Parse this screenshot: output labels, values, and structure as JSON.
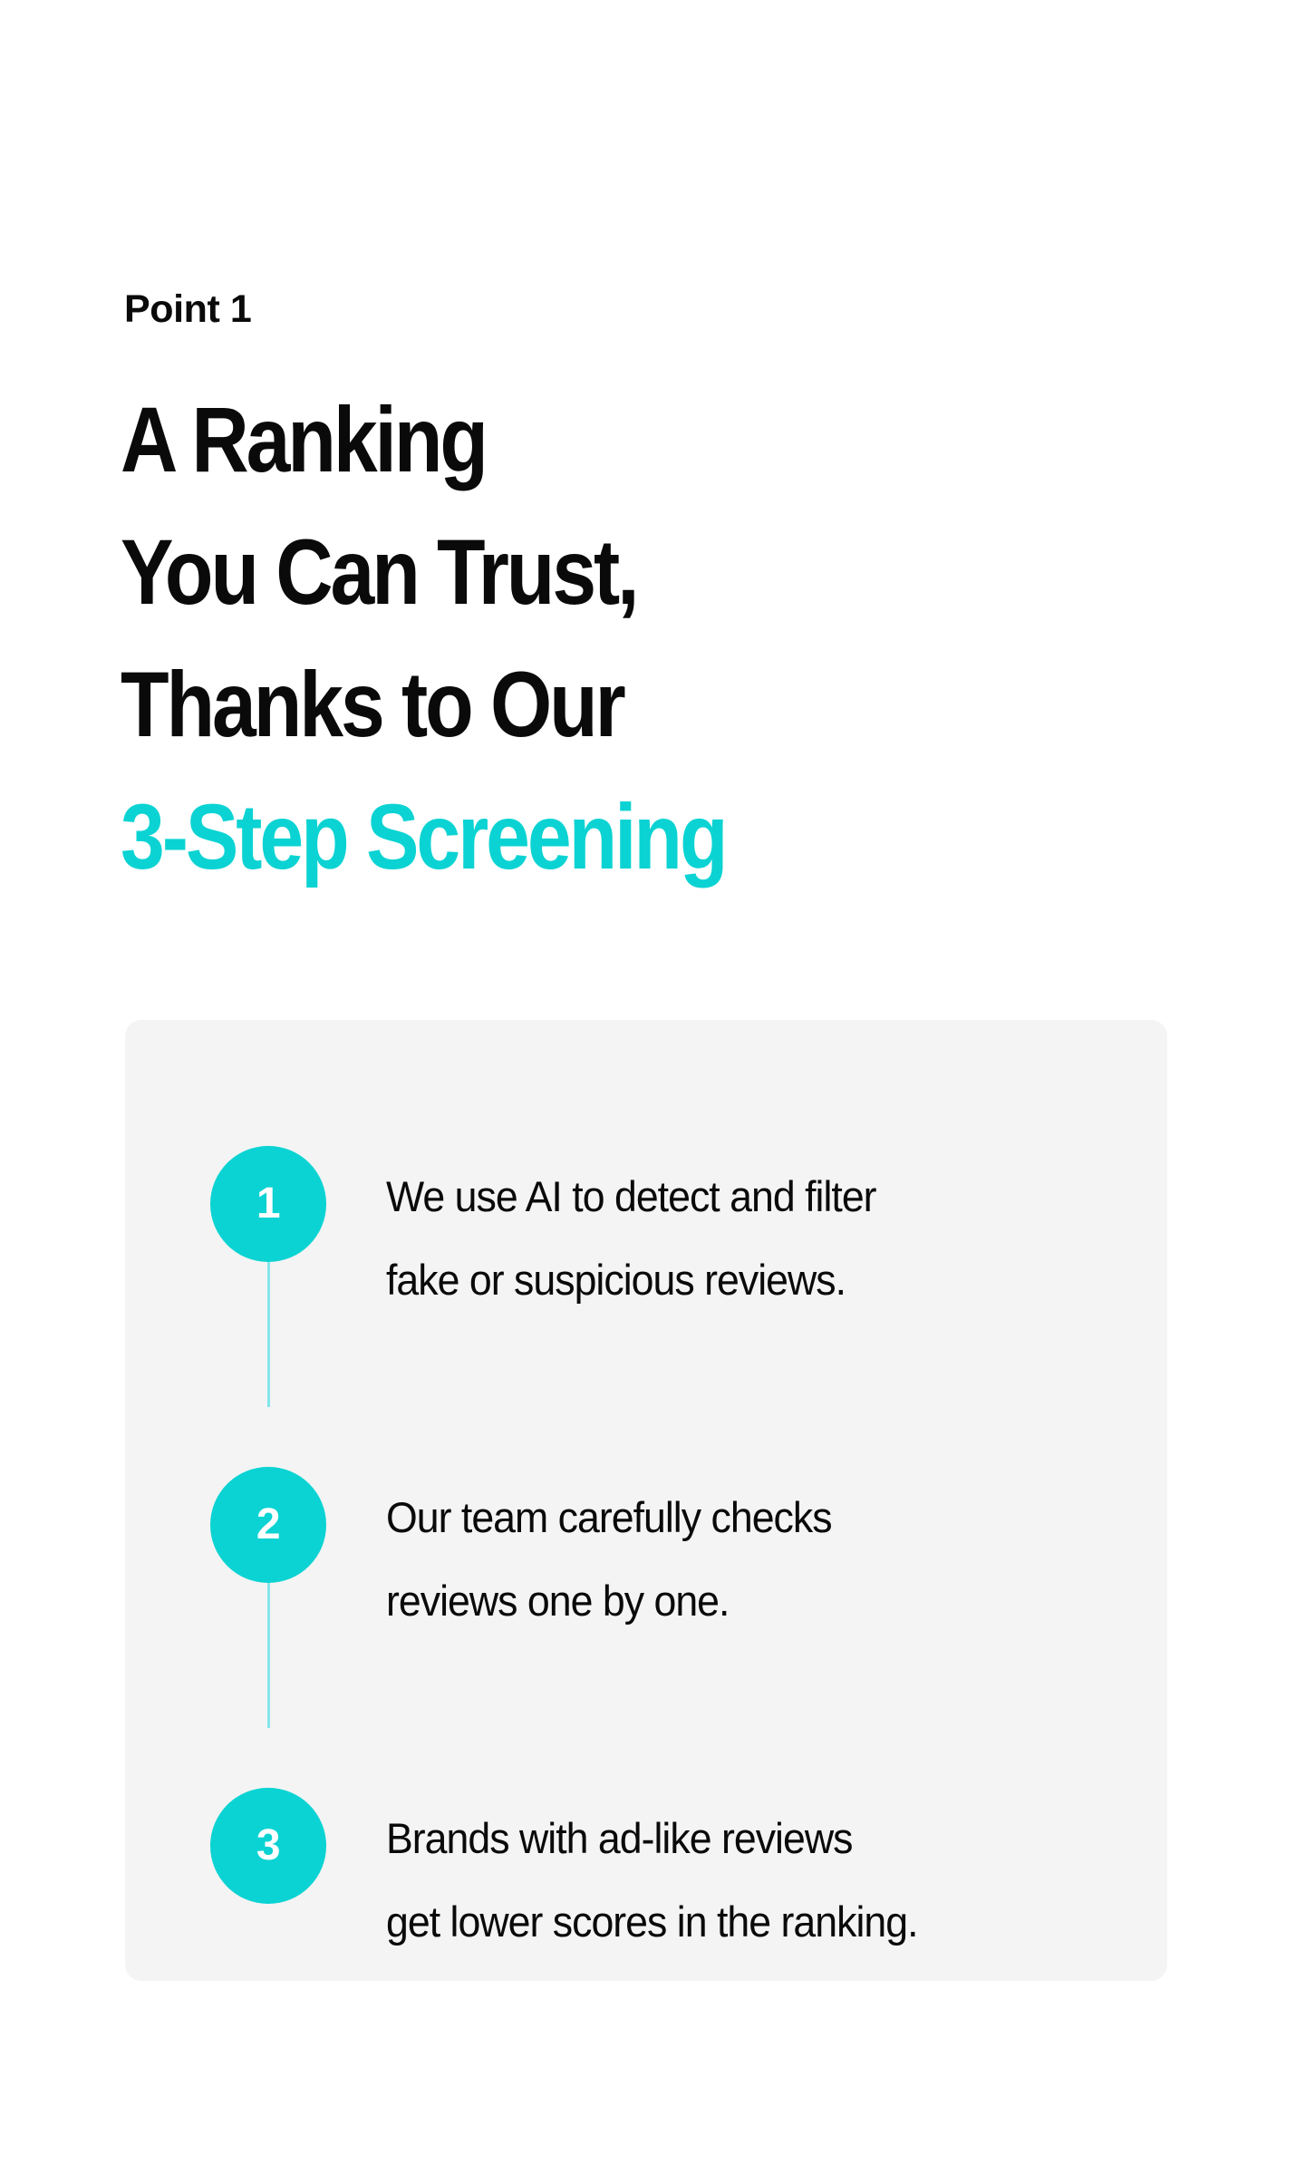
{
  "theme": {
    "background": "#FFFFFF",
    "accent": "#0BD3D3",
    "accent_light": "#84E6EA",
    "text": "#0A0A0A",
    "card_background": "#F4F4F4"
  },
  "eyebrow": {
    "label": "Point 1"
  },
  "headline": {
    "lines": [
      {
        "text": "A Ranking",
        "accent": false
      },
      {
        "text": "You Can Trust,",
        "accent": false
      },
      {
        "text": "Thanks to Our",
        "accent": false
      },
      {
        "text": "3-Step Screening",
        "accent": true
      }
    ]
  },
  "card": {
    "steps": [
      {
        "number": "1",
        "text": "We use AI to detect and filter fake or suspicious reviews.",
        "lines": [
          "We use AI to detect and filter",
          "fake or suspicious reviews."
        ]
      },
      {
        "number": "2",
        "text": "Our team carefully checks reviews one by one.",
        "lines": [
          "Our team carefully checks",
          "reviews one by one."
        ]
      },
      {
        "number": "3",
        "text": "Brands with ad-like reviews get lower scores in the ranking.",
        "lines": [
          "Brands with ad-like reviews",
          "get lower scores in the ranking."
        ]
      }
    ]
  }
}
